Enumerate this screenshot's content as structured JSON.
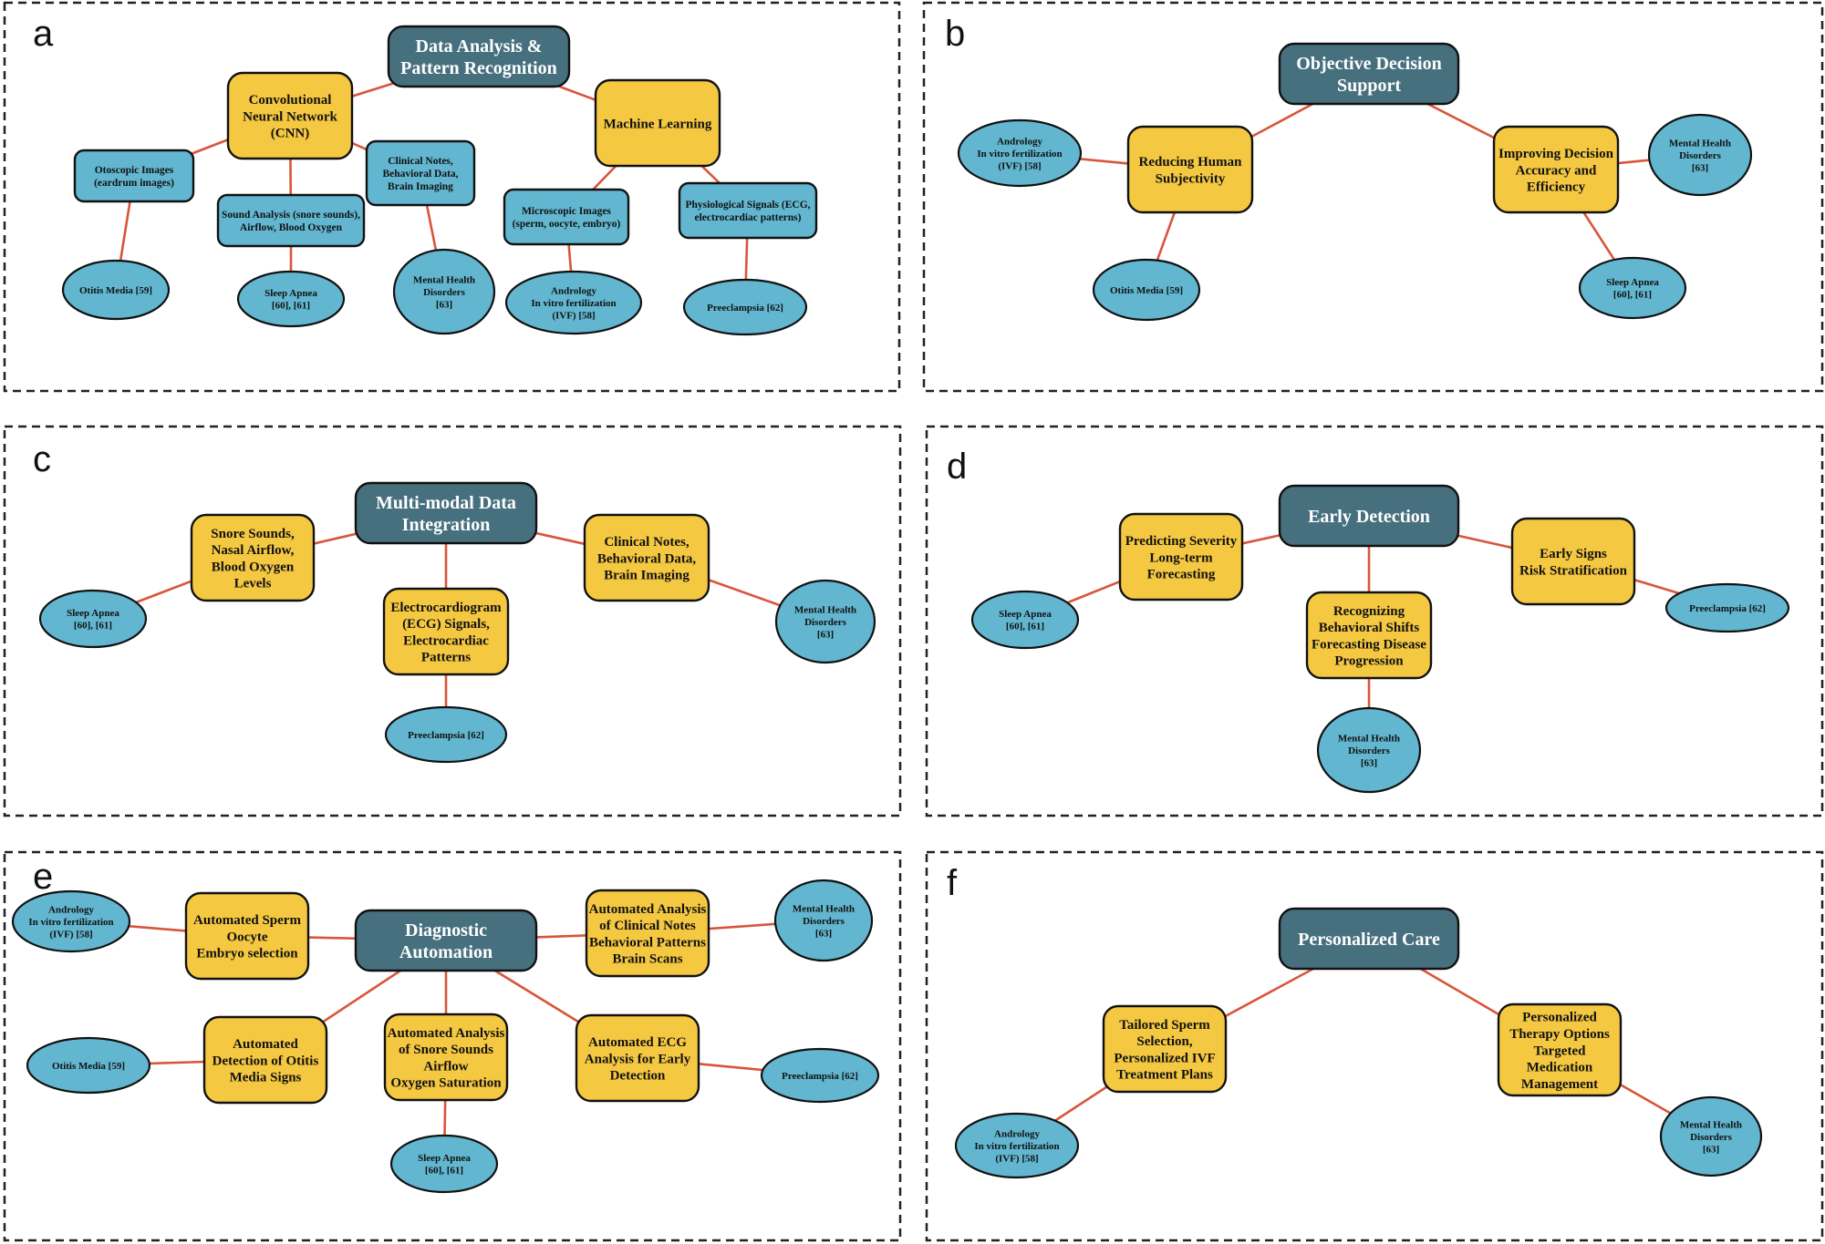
{
  "colors": {
    "dark_node": "#47707f",
    "yellow_node": "#f5c842",
    "blue_node": "#62b6d0",
    "edge": "#d9553a",
    "dark_text": "#ffffff",
    "light_text": "#111111"
  },
  "panels": [
    {
      "label": "a",
      "nodes": [
        {
          "id": "a_root",
          "kind": "dark",
          "lines": [
            "Data Analysis &",
            "Pattern Recognition"
          ]
        },
        {
          "id": "a_cnn",
          "kind": "yellow",
          "lines": [
            "Convolutional",
            "Neural Network",
            "(CNN)"
          ]
        },
        {
          "id": "a_ml",
          "kind": "yellow",
          "lines": [
            "Machine Learning"
          ]
        },
        {
          "id": "a_oto",
          "kind": "blue-box",
          "lines": [
            "Otoscopic Images",
            "(eardrum images)"
          ]
        },
        {
          "id": "a_sound",
          "kind": "blue-box",
          "lines": [
            "Sound Analysis (snore sounds),",
            "Airflow, Blood Oxygen"
          ]
        },
        {
          "id": "a_clin",
          "kind": "blue-box",
          "lines": [
            "Clinical Notes,",
            "Behavioral Data,",
            "Brain Imaging"
          ]
        },
        {
          "id": "a_micro",
          "kind": "blue-box",
          "lines": [
            "Microscopic Images",
            "(sperm, oocyte, embryo)"
          ]
        },
        {
          "id": "a_phys",
          "kind": "blue-box",
          "lines": [
            "Physiological Signals (ECG,",
            "electrocardiac patterns)"
          ]
        },
        {
          "id": "a_otitis",
          "kind": "ellipse",
          "lines": [
            "Otitis Media [59]"
          ]
        },
        {
          "id": "a_sleep",
          "kind": "ellipse",
          "lines": [
            "Sleep Apnea",
            "[60], [61]"
          ]
        },
        {
          "id": "a_mental",
          "kind": "ellipse",
          "lines": [
            "Mental Health",
            "Disorders",
            "[63]"
          ]
        },
        {
          "id": "a_andro",
          "kind": "ellipse",
          "lines": [
            "Andrology",
            "In vitro fertilization",
            "(IVF) [58]"
          ]
        },
        {
          "id": "a_pre",
          "kind": "ellipse",
          "lines": [
            "Preeclampsia [62]"
          ]
        }
      ]
    },
    {
      "label": "b",
      "nodes": [
        {
          "id": "b_root",
          "kind": "dark",
          "lines": [
            "Objective Decision",
            "Support"
          ]
        },
        {
          "id": "b_red",
          "kind": "yellow",
          "lines": [
            "Reducing Human",
            "Subjectivity"
          ]
        },
        {
          "id": "b_imp",
          "kind": "yellow",
          "lines": [
            "Improving Decision",
            "Accuracy and",
            "Efficiency"
          ]
        },
        {
          "id": "b_andro",
          "kind": "ellipse",
          "lines": [
            "Andrology",
            "In vitro fertilization",
            "(IVF) [58]"
          ]
        },
        {
          "id": "b_otitis",
          "kind": "ellipse",
          "lines": [
            "Otitis Media [59]"
          ]
        },
        {
          "id": "b_mental",
          "kind": "ellipse",
          "lines": [
            "Mental Health",
            "Disorders",
            "[63]"
          ]
        },
        {
          "id": "b_sleep",
          "kind": "ellipse",
          "lines": [
            "Sleep Apnea",
            "[60], [61]"
          ]
        }
      ]
    },
    {
      "label": "c",
      "nodes": [
        {
          "id": "c_root",
          "kind": "dark",
          "lines": [
            "Multi-modal Data",
            "Integration"
          ]
        },
        {
          "id": "c_snore",
          "kind": "yellow",
          "lines": [
            "Snore Sounds,",
            "Nasal Airflow,",
            "Blood Oxygen",
            "Levels"
          ]
        },
        {
          "id": "c_clin",
          "kind": "yellow",
          "lines": [
            "Clinical Notes,",
            "Behavioral Data,",
            "Brain Imaging"
          ]
        },
        {
          "id": "c_ecg",
          "kind": "yellow",
          "lines": [
            "Electrocardiogram",
            "(ECG) Signals,",
            "Electrocardiac",
            "Patterns"
          ]
        },
        {
          "id": "c_sleep",
          "kind": "ellipse",
          "lines": [
            "Sleep Apnea",
            "[60], [61]"
          ]
        },
        {
          "id": "c_mental",
          "kind": "ellipse",
          "lines": [
            "Mental Health",
            "Disorders",
            "[63]"
          ]
        },
        {
          "id": "c_pre",
          "kind": "ellipse",
          "lines": [
            "Preeclampsia [62]"
          ]
        }
      ]
    },
    {
      "label": "d",
      "nodes": [
        {
          "id": "d_root",
          "kind": "dark",
          "lines": [
            "Early Detection"
          ]
        },
        {
          "id": "d_pred",
          "kind": "yellow",
          "lines": [
            "Predicting Severity",
            "Long-term",
            "Forecasting"
          ]
        },
        {
          "id": "d_early",
          "kind": "yellow",
          "lines": [
            "Early Signs",
            "Risk Stratification"
          ]
        },
        {
          "id": "d_rec",
          "kind": "yellow",
          "lines": [
            "Recognizing",
            "Behavioral Shifts",
            "Forecasting Disease",
            "Progression"
          ]
        },
        {
          "id": "d_sleep",
          "kind": "ellipse",
          "lines": [
            "Sleep Apnea",
            "[60], [61]"
          ]
        },
        {
          "id": "d_pre",
          "kind": "ellipse",
          "lines": [
            "Preeclampsia [62]"
          ]
        },
        {
          "id": "d_mental",
          "kind": "ellipse",
          "lines": [
            "Mental Health",
            "Disorders",
            "[63]"
          ]
        }
      ]
    },
    {
      "label": "e",
      "nodes": [
        {
          "id": "e_root",
          "kind": "dark",
          "lines": [
            "Diagnostic",
            "Automation"
          ]
        },
        {
          "id": "e_sperm",
          "kind": "yellow",
          "lines": [
            "Automated Sperm",
            "Oocyte",
            "Embryo selection"
          ]
        },
        {
          "id": "e_clin",
          "kind": "yellow",
          "lines": [
            "Automated Analysis",
            "of Clinical Notes",
            "Behavioral Patterns",
            "Brain Scans"
          ]
        },
        {
          "id": "e_otitis_auto",
          "kind": "yellow",
          "lines": [
            "Automated",
            "Detection of Otitis",
            "Media Signs"
          ]
        },
        {
          "id": "e_snore",
          "kind": "yellow",
          "lines": [
            "Automated Analysis",
            "of Snore Sounds",
            "Airflow",
            "Oxygen Saturation"
          ]
        },
        {
          "id": "e_ecg",
          "kind": "yellow",
          "lines": [
            "Automated ECG",
            "Analysis for Early",
            "Detection"
          ]
        },
        {
          "id": "e_andro",
          "kind": "ellipse",
          "lines": [
            "Andrology",
            "In vitro fertilization",
            "(IVF) [58]"
          ]
        },
        {
          "id": "e_mental",
          "kind": "ellipse",
          "lines": [
            "Mental Health",
            "Disorders",
            "[63]"
          ]
        },
        {
          "id": "e_otitis",
          "kind": "ellipse",
          "lines": [
            "Otitis Media [59]"
          ]
        },
        {
          "id": "e_pre",
          "kind": "ellipse",
          "lines": [
            "Preeclampsia [62]"
          ]
        },
        {
          "id": "e_sleep",
          "kind": "ellipse",
          "lines": [
            "Sleep Apnea",
            "[60], [61]"
          ]
        }
      ]
    },
    {
      "label": "f",
      "nodes": [
        {
          "id": "f_root",
          "kind": "dark",
          "lines": [
            "Personalized Care"
          ]
        },
        {
          "id": "f_tail",
          "kind": "yellow",
          "lines": [
            "Tailored Sperm",
            "Selection,",
            "Personalized IVF",
            "Treatment Plans"
          ]
        },
        {
          "id": "f_pers",
          "kind": "yellow",
          "lines": [
            "Personalized",
            "Therapy Options",
            "Targeted",
            "Medication",
            "Management"
          ]
        },
        {
          "id": "f_andro",
          "kind": "ellipse",
          "lines": [
            "Andrology",
            "In vitro fertilization",
            "(IVF) [58]"
          ]
        },
        {
          "id": "f_mental",
          "kind": "ellipse",
          "lines": [
            "Mental Health",
            "Disorders",
            "[63]"
          ]
        }
      ]
    }
  ],
  "edges": [
    [
      "a_root",
      "a_cnn"
    ],
    [
      "a_root",
      "a_ml"
    ],
    [
      "a_cnn",
      "a_oto"
    ],
    [
      "a_cnn",
      "a_sound"
    ],
    [
      "a_cnn",
      "a_clin"
    ],
    [
      "a_ml",
      "a_micro"
    ],
    [
      "a_ml",
      "a_phys"
    ],
    [
      "a_oto",
      "a_otitis"
    ],
    [
      "a_sound",
      "a_sleep"
    ],
    [
      "a_clin",
      "a_mental"
    ],
    [
      "a_micro",
      "a_andro"
    ],
    [
      "a_phys",
      "a_pre"
    ],
    [
      "b_root",
      "b_red"
    ],
    [
      "b_root",
      "b_imp"
    ],
    [
      "b_red",
      "b_andro"
    ],
    [
      "b_red",
      "b_otitis"
    ],
    [
      "b_imp",
      "b_mental"
    ],
    [
      "b_imp",
      "b_sleep"
    ],
    [
      "c_root",
      "c_snore"
    ],
    [
      "c_root",
      "c_clin"
    ],
    [
      "c_root",
      "c_ecg"
    ],
    [
      "c_snore",
      "c_sleep"
    ],
    [
      "c_clin",
      "c_mental"
    ],
    [
      "c_ecg",
      "c_pre"
    ],
    [
      "d_root",
      "d_pred"
    ],
    [
      "d_root",
      "d_early"
    ],
    [
      "d_root",
      "d_rec"
    ],
    [
      "d_pred",
      "d_sleep"
    ],
    [
      "d_early",
      "d_pre"
    ],
    [
      "d_rec",
      "d_mental"
    ],
    [
      "e_root",
      "e_sperm"
    ],
    [
      "e_root",
      "e_clin"
    ],
    [
      "e_root",
      "e_otitis_auto"
    ],
    [
      "e_root",
      "e_snore"
    ],
    [
      "e_root",
      "e_ecg"
    ],
    [
      "e_sperm",
      "e_andro"
    ],
    [
      "e_clin",
      "e_mental"
    ],
    [
      "e_otitis_auto",
      "e_otitis"
    ],
    [
      "e_ecg",
      "e_pre"
    ],
    [
      "e_snore",
      "e_sleep"
    ],
    [
      "f_root",
      "f_tail"
    ],
    [
      "f_root",
      "f_pers"
    ],
    [
      "f_tail",
      "f_andro"
    ],
    [
      "f_pers",
      "f_mental"
    ]
  ]
}
